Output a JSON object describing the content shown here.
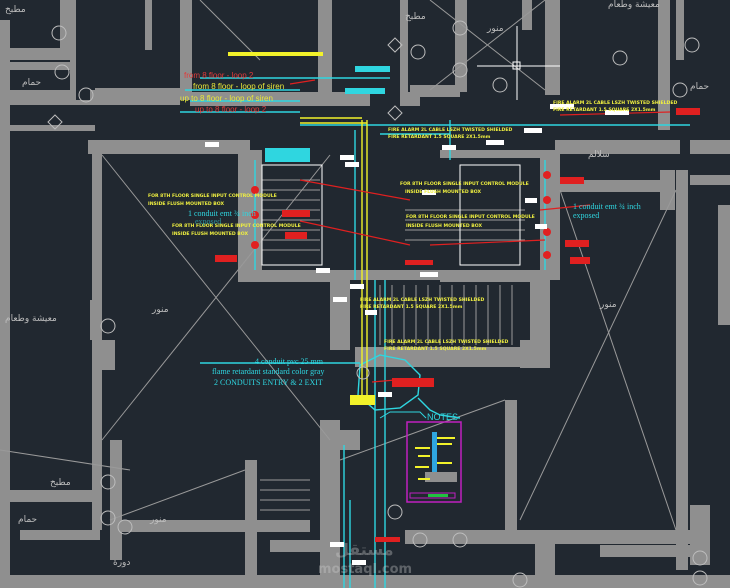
{
  "drawing": {
    "title": "Fire alarm riser plan - 8th floor",
    "colors": {
      "background": "#212830",
      "wall": "#8f8f8f",
      "conduit_cyan": "#2fd6e0",
      "conduit_yellow": "#f2f22a",
      "device_red": "#e02020",
      "notes_frame": "#c020c0"
    }
  },
  "loop_labels": [
    {
      "text": "from 8 floor - loop 2",
      "color": "red"
    },
    {
      "text": "from 8 floor - loop of siren",
      "color": "yellow"
    },
    {
      "text": "up to 8 floor - loop of siren",
      "color": "yellow"
    },
    {
      "text": "up to 8 floor - loop 2",
      "color": "red"
    }
  ],
  "device_notes": {
    "top_right_1": "FIRE ALARM 2L CABLE LSZH TWISTED SHIELDED",
    "top_right_2": "FIRE RETARDANT 1.5 SQUARE 2X1.5mm",
    "center_top_1": "FIRE ALARM 2L CABLE LSZH TWISTED SHIELDED",
    "center_top_2": "FIRE RETARDANT 1.5 SQUARE 2X1.5mm",
    "left_module_a_1": "FOR 8TH FLOOR SINGLE INPUT CONTROL MODULE",
    "left_module_a_2": "INSIDE FLUSH MOUNTED BOX",
    "left_module_b_1": "FOR 8TH FLOOR SINGLE INPUT CONTROL MODULE",
    "left_module_b_2": "INSIDE FLUSH MOUNTED BOX",
    "center_module_a_1": "FOR 8TH FLOOR SINGLE INPUT CONTROL MODULE",
    "center_module_a_2": "INSIDE FLUSH MOUNTED BOX",
    "center_module_b_1": "FOR 8TH FLOOR SINGLE INPUT CONTROL MODULE",
    "center_module_b_2": "INSIDE FLUSH MOUNTED BOX",
    "riser_1_a": "FIRE ALARM 2L CABLE LSZH TWISTED SHIELDED",
    "riser_1_b": "FIRE RETARDANT 1.5 SQUARE 2X1.5mm",
    "riser_2_a": "FIRE ALARM 2L CABLE LSZH TWISTED SHIELDED",
    "riser_2_b": "FIRE RETARDANT 1.5 SQUARE 2X1.5mm"
  },
  "conduit_notes": {
    "left": "1 conduit emt ¾ inch",
    "left_2": "exposed",
    "right": "1 conduit emt ¾ inch",
    "right_2": "exposed"
  },
  "riser_note": {
    "line1": "4 conduit pvc  25 mm",
    "line2": "flame retardant standard color gray",
    "line3": "2 CONDUITS ENTRY & 2 EXIT"
  },
  "notes_label": "NOTES",
  "room_labels": {
    "kitchen_top_left": "مطبخ",
    "bath_top_left": "حمام",
    "living_dining": "معيشة وطعام",
    "shaft_left": "منور",
    "shaft_top": "منور",
    "shaft_right": "منور",
    "shaft_bottom": "منور",
    "kitchen_bottom_left": "مطبخ",
    "bath_bottom_left": "حمام",
    "wc_bottom": "دورة",
    "top_right_room": "معيشة وطعام",
    "top_mid_room": "مطبخ",
    "bath_right": "حمام",
    "stair_label": "سلالم"
  },
  "watermark": {
    "line1": "مستقل",
    "line2": "mostaql.com"
  }
}
